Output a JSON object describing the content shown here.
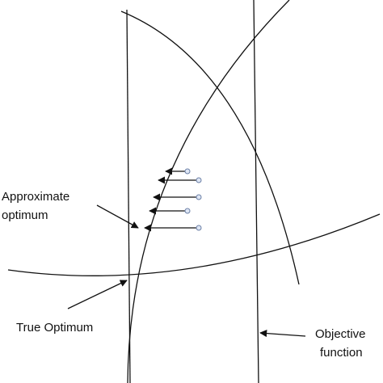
{
  "labels": {
    "approximate_line1": "Approximate",
    "approximate_line2": "optimum",
    "true_optimum": "True Optimum",
    "objective_line1": "Objective",
    "objective_line2": "function"
  },
  "colors": {
    "line": "#111111",
    "marker_stroke": "#6b7fa6",
    "marker_fill": "#dfe7f5"
  }
}
